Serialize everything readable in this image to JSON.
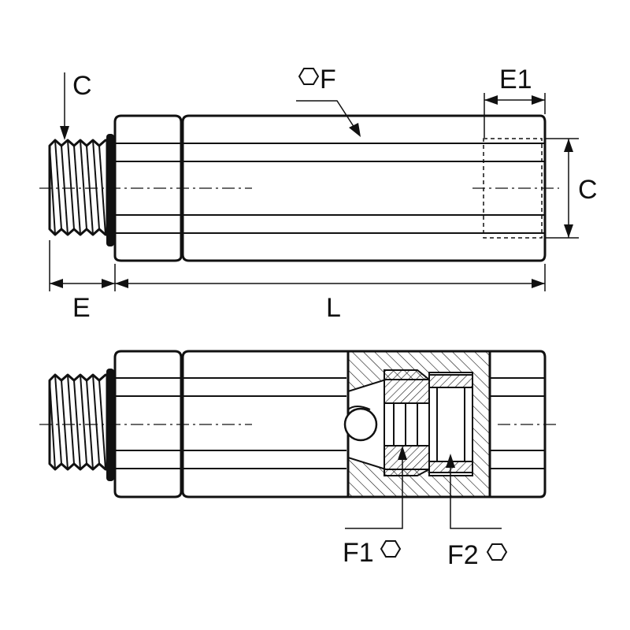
{
  "labels": {
    "top_port": "C",
    "hex": "F",
    "end_width": "E1",
    "right_port": "C",
    "thread_length": "E",
    "length": "L",
    "hex1": "F1",
    "hex2": "F2"
  },
  "colors": {
    "ink": "#111111",
    "background": "#ffffff"
  },
  "icons": {
    "hex_symbol": "hexagon-outline-icon"
  }
}
